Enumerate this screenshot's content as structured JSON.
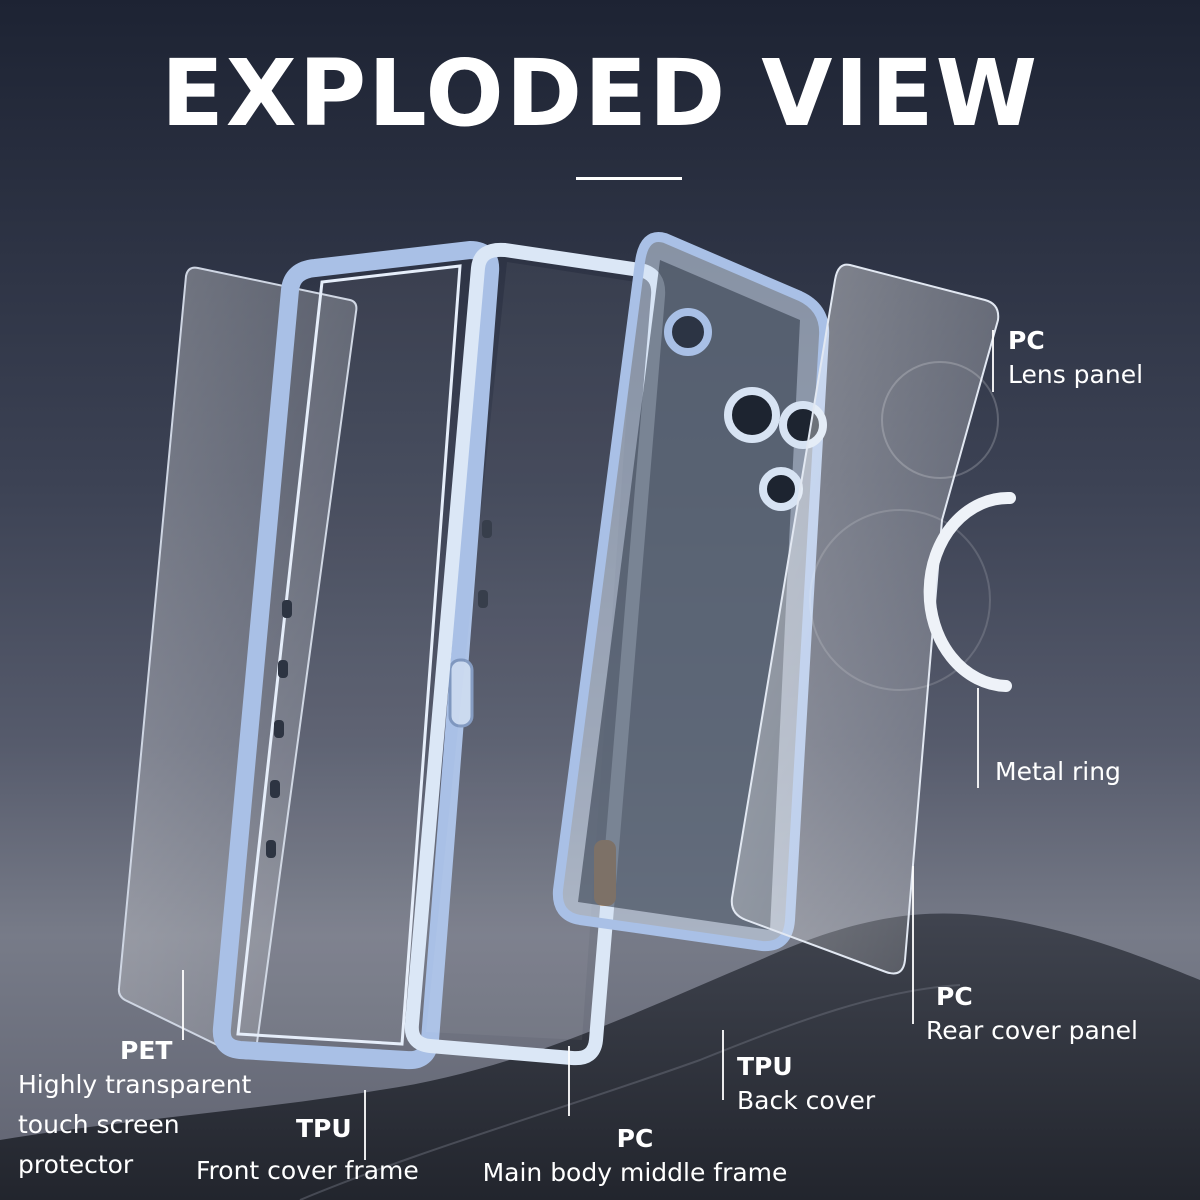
{
  "title": "EXPLODED VIEW",
  "colors": {
    "background_top": "#1d2333",
    "background_bottom": "#777b88",
    "frame_blue": "#a9c0e6",
    "accent_orange": "#f08a1c",
    "text": "#ffffff"
  },
  "labels": {
    "pet": {
      "material": "PET",
      "line1": "Highly transparent",
      "line2": "touch screen",
      "line3": "protector"
    },
    "front_frame": {
      "material": "TPU",
      "desc": "Front cover frame"
    },
    "middle_frame": {
      "material": "PC",
      "desc": "Main body middle frame"
    },
    "back_cover": {
      "material": "TPU",
      "desc": "Back cover"
    },
    "rear_panel": {
      "material": "PC",
      "desc": "Rear cover panel"
    },
    "metal_ring": {
      "desc": "Metal ring"
    },
    "lens_panel": {
      "material": "PC",
      "desc": "Lens panel"
    }
  }
}
